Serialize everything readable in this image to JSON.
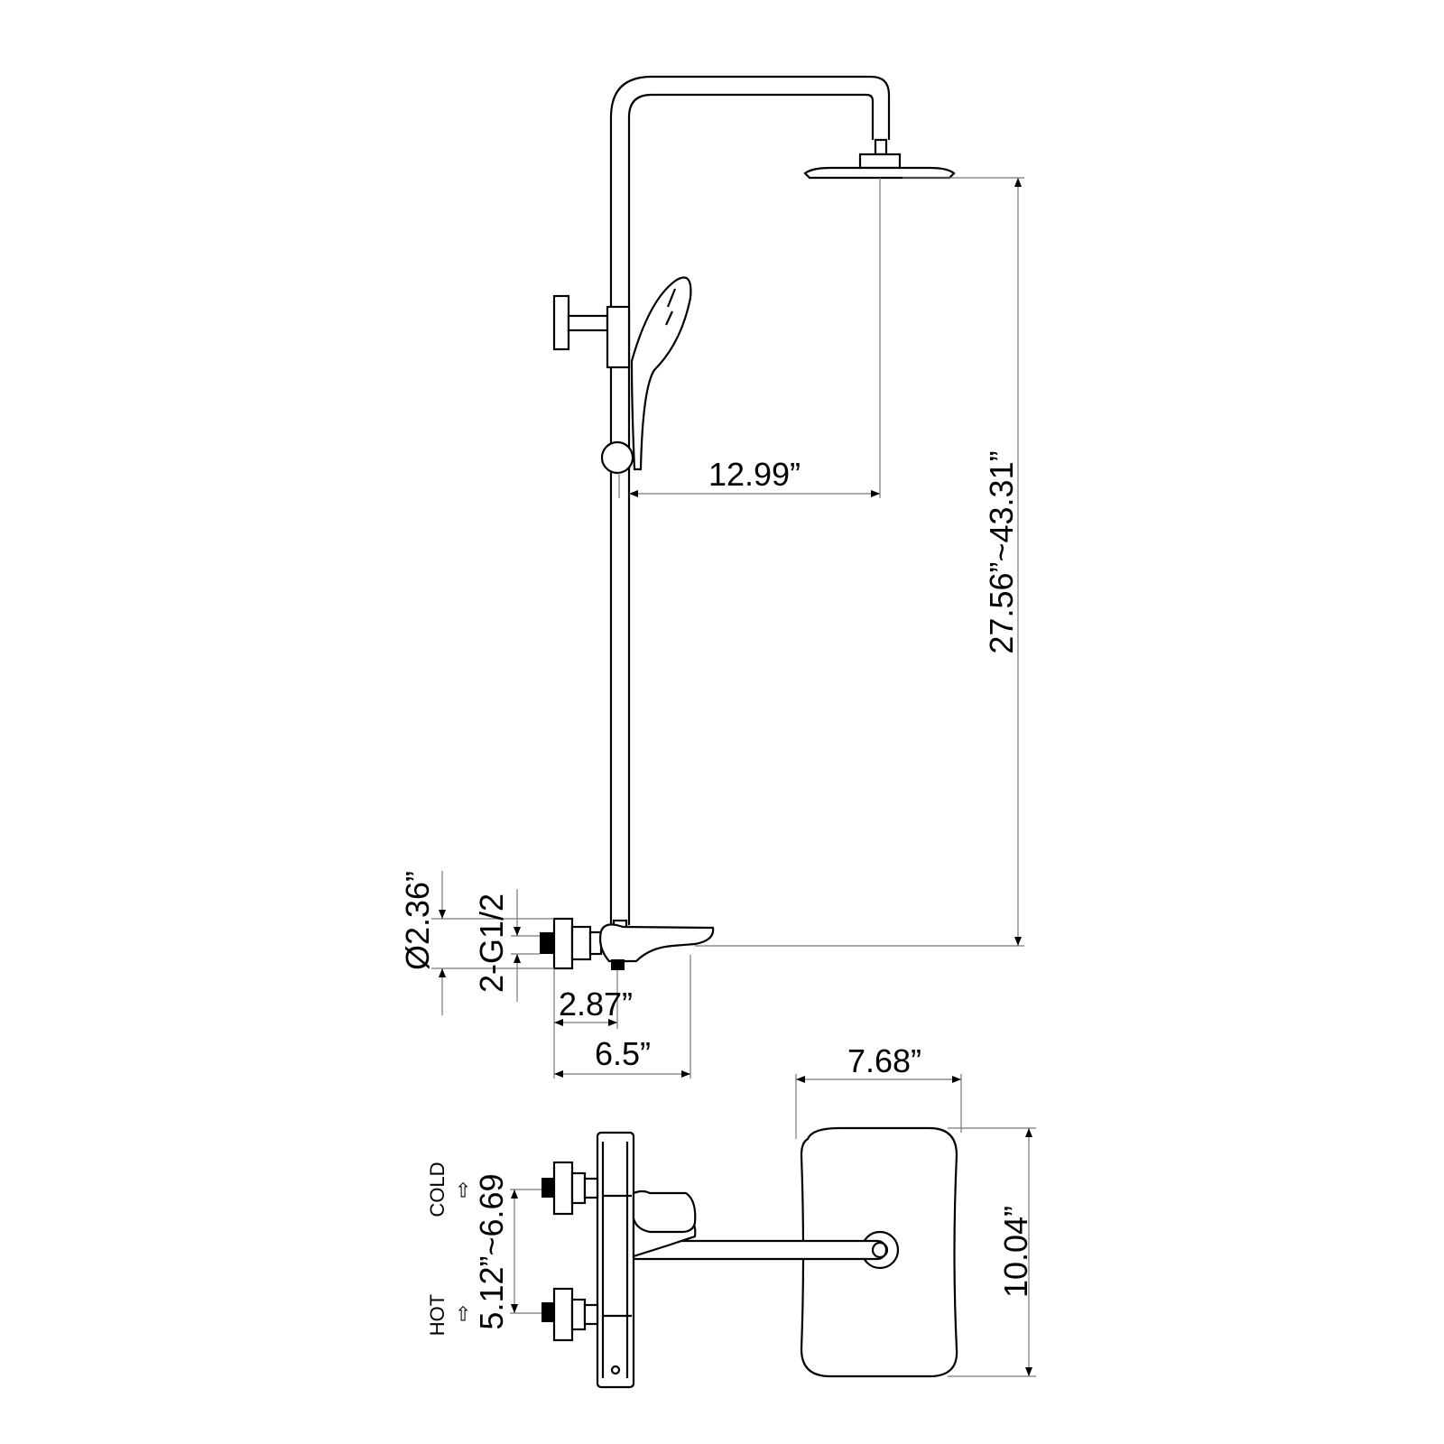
{
  "dimensions": {
    "arm_reach": "12.99”",
    "height_range": "27.56”~43.31”",
    "flange_diameter": "Ø2.36”",
    "inlet_thread": "2-G1/2",
    "outlet_offset": "2.87”",
    "spout_length": "6.5”",
    "head_width": "7.68”",
    "head_length": "10.04”",
    "inlet_spacing": "5.12”~6.69"
  },
  "labels": {
    "cold": "COLD",
    "hot": "HOT",
    "arrow": "⇨"
  },
  "colors": {
    "line": "#000000",
    "dimension_line": "#777777",
    "background": "#ffffff"
  }
}
